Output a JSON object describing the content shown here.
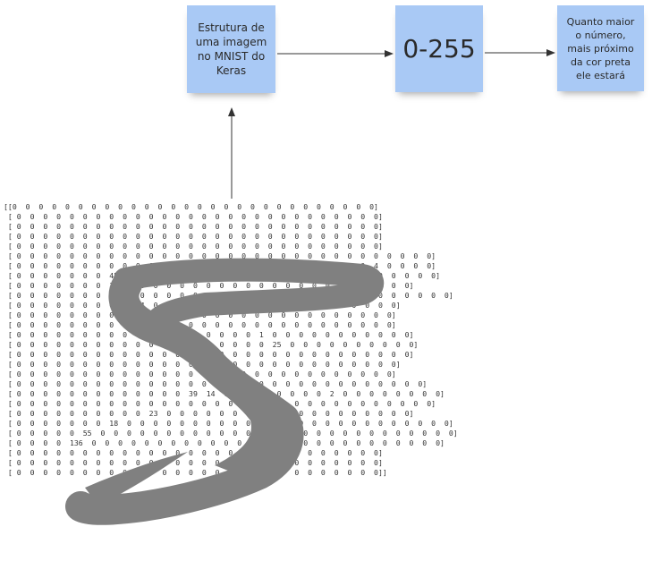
{
  "notes": {
    "structure": "Estrutura de\numa imagem\nno MNIST do\nKeras",
    "range": "0-255",
    "description": "Quanto maior\no número,\nmais próximo\nda cor preta\nele estará"
  },
  "colors": {
    "note_fill": "#a9c9f5",
    "arrow": "#333333",
    "digit_overlay": "#808080"
  },
  "matrix_rows": [
    "[[0  0  0  0  0  0  0  0  0  0  0  0  0  0  0  0  0  0  0  0  0  0  0  0  0  0  0  0]",
    " [ 0  0  0  0  0  0  0  0  0  0  0  0  0  0  0  0  0  0  0  0  0  0  0  0  0  0  0  0]",
    " [ 0  0  0  0  0  0  0  0  0  0  0  0  0  0  0  0  0  0  0  0  0  0  0  0  0  0  0  0]",
    " [ 0  0  0  0  0  0  0  0  0  0  0  0  0  0  0  0  0  0  0  0  0  0  0  0  0  0  0  0]",
    " [ 0  0  0  0  0  0  0  0  0  0  0  0  0  0  0  0  0  0  0  0  0  0  0  0  0  0  0  0]",
    " [ 0  0  0  0  0  0  0  0  0  0  0  0  0  0  0  0  0  0  0  0  0  0  0  0  0  0  0  0  0  0  0  0]",
    " [ 0  0  0  0  0  0  0  0  0  0  0  0  0  0  0  0  0  0  0  0  0  0  0  0  0  0  0  4  0  0  0  0]",
    " [ 0  0  0  0  0  0  0  45  0  0  0  0  0  0  0  0  0  0  0  0  0  0  0  0  0  0  0  0  0  0  0  0]",
    " [ 0  0  0  0  0  0  0  18  0  0  0  0  0  0  0  0  0  0  0  0  0  0  0  0  0  0  0  0  0  0]",
    " [ 0  0  0  0  0  0  0  0  80  0  0  0  0  0  0  0  205  11  0  43  154  0  0  0  0  0  0  0  0  0  0]",
    " [ 0  0  0  0  0  0  0  0  0  14  0  0  0  0  0  0  0  0  0  0  0  0  0  0  0  0  0  0  0]",
    " [ 0  0  0  0  0  0  0  0  0  0  0  0  0  0  0  0  0  0  0  0  0  0  0  0  0  0  0  0  0]",
    " [ 0  0  0  0  0  0  0  0  0  0  1  0  0  0  0  0  0  0  0  0  0  0  0  0  0  0  0  0  0]",
    " [ 0  0  0  0  0  0  0  0  0  0  0  35  0  0  0  0  0  0  1  0  0  0  0  0  0  0  0  0  0  0]",
    " [ 0  0  0  0  0  0  0  0  0  0  0  0  81  0  0  0  0  0  0  25  0  0  0  0  0  0  0  0  0  0]",
    " [ 0  0  0  0  0  0  0  0  0  0  0  0  0  0  45  0  0  0  0  0  0  0  0  0  0  0  0  0  0  0]",
    " [ 0  0  0  0  0  0  0  0  0  0  0  0  0  0  0  16  0  0  0  0  0  0  0  0  0  0  0  0  0]",
    " [ 0  0  0  0  0  0  0  0  0  0  0  0  0  0  0  0  0  0  0  0  0  0  0  0  0  0  0  0  0]",
    " [ 0  0  0  0  0  0  0  0  0  0  0  0  0  0  0  46  0  0  0  0  0  0  0  0  0  0  0  0  0  0  0]",
    " [ 0  0  0  0  0  0  0  0  0  0  0  0  0  39  14  0  0  0  0  0  0  0  0  2  0  0  0  0  0  0  0  0]",
    " [ 0  0  0  0  0  0  0  0  0  0  0  0  0  0  0  0  0  0  0  0  0  0  0  0  0  0  0  0  0  0  0  0]",
    " [ 0  0  0  0  0  0  0  0  0  0  23  0  0  0  0  0  0  0  0  0  0  0  0  0  0  0  0  0  0  0]",
    " [ 0  0  0  0  0  0  0  18  0  0  0  0  0  0  0  0  0  0  0  0  9  0  0  0  0  0  0  0  0  0  0  0  0]",
    " [ 0  0  0  0  0  55  0  0  0  0  0  0  0  0  0  0  0  0  11  0  0  0  0  0  0  0  0  0  0  0  0  0  0]",
    " [ 0  0  0  0  136  0  0  0  0  0  0  0  0  0  0  0  0  0  0  0  0  0  0  0  0  0  0  0  0  0  0  0]",
    " [ 0  0  0  0  0  0  0  0  0  0  0  0  0  0  0  0  0  0  0  0  0  0  0  0  0  0  0  0]",
    " [ 0  0  0  0  0  0  0  0  0  0  0  0  0  0  0  0  0  0  0  0  0  0  0  0  0  0  0  0]",
    " [ 0  0  0  0  0  0  0  0  0  0  0  0  0  0  0  0  0  0  0  0  0  0  0  0  0  0  0  0]]"
  ]
}
